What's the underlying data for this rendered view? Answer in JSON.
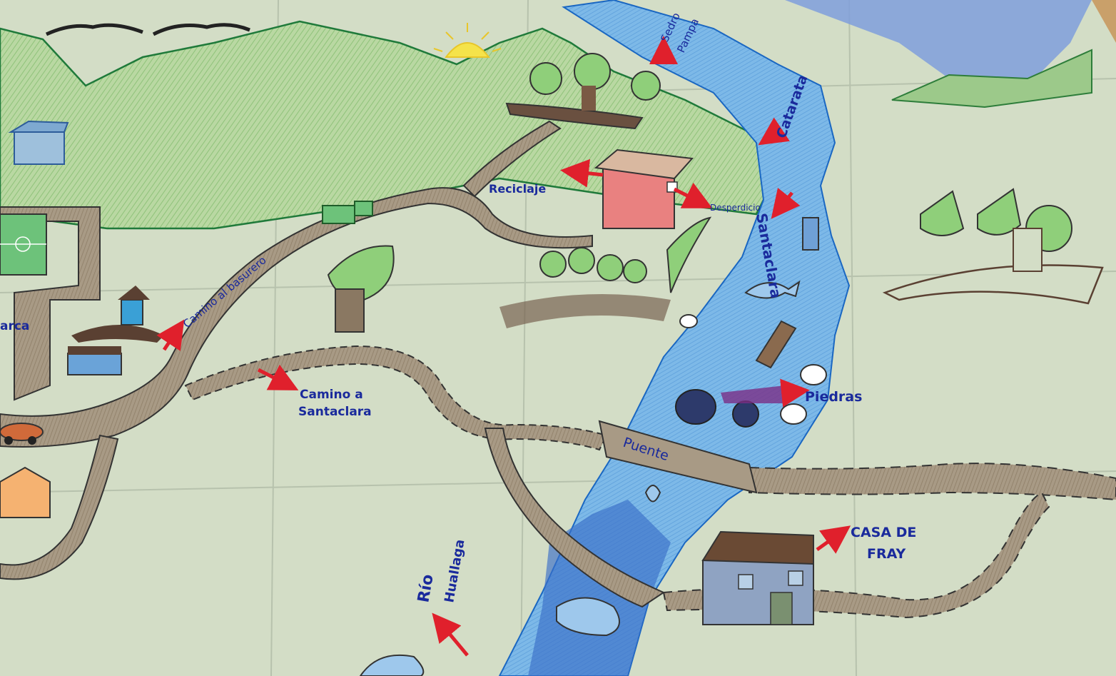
{
  "labels": {
    "sedro_pampa_1": "Sedro",
    "sedro_pampa_2": "Pampa",
    "catarata": "Catarata",
    "reciclaje": "Reciclaje",
    "desperdicio": "Desperdicio",
    "santaclara_river": "Santaclara",
    "camino_basurero": "Camino al basurero",
    "camino_santaclara_1": "Camino a",
    "camino_santaclara_2": "Santaclara",
    "piedras": "Piedras",
    "puente": "Puente",
    "casa_fray_1": "CASA DE",
    "casa_fray_2": "FRAY",
    "rio": "Río",
    "huallaga": "Huallaga",
    "partial_left": "arca"
  },
  "colors": {
    "paper": "#d3ddc6",
    "river": "#6fb3e6",
    "river_dark": "#2f63c4",
    "road": "#8f7f6a",
    "hill_green": "#9cc98a",
    "ink_blue": "#1a2a9c",
    "arrow_red": "#e0202c",
    "house_red": "#e98180",
    "house_blue": "#8fa3c2",
    "sky_blue": "#6f8fd8"
  },
  "icons": [
    "bird-icon",
    "sun-icon",
    "tree-icon",
    "fish-icon",
    "whale-icon",
    "house-icon",
    "truck-icon",
    "car-icon",
    "soccer-field-icon",
    "stone-icon",
    "log-icon",
    "bottle-icon"
  ]
}
